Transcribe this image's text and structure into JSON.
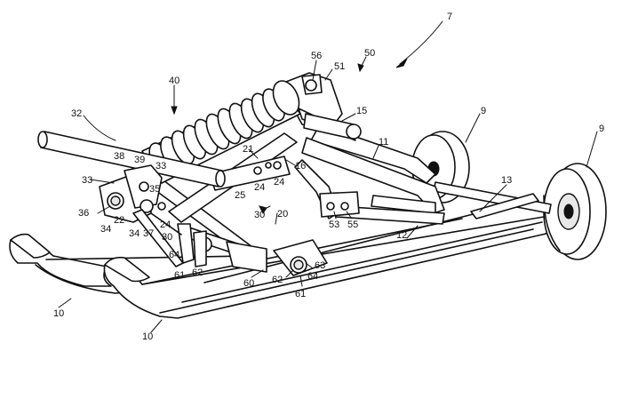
{
  "labels": {
    "l7": "7",
    "l50": "50",
    "l56": "56",
    "l51": "51",
    "l40": "40",
    "l15": "15",
    "l9a": "9",
    "l9b": "9",
    "l32": "32",
    "l11": "11",
    "l21": "21",
    "l16": "16",
    "l38": "38",
    "l39": "39",
    "l33a": "33",
    "l33b": "33",
    "l24a": "24",
    "l24b": "24",
    "l24c": "24",
    "l25": "25",
    "l35": "35",
    "l36": "36",
    "l20": "20",
    "l13": "13",
    "l30a": "30",
    "l30b": "30",
    "l34a": "34",
    "l22": "22",
    "l34b": "34",
    "l37": "37",
    "l53": "53",
    "l55": "55",
    "l12": "12",
    "l64a": "64",
    "l62a": "62",
    "l61a": "61",
    "l63": "63",
    "l62b": "62",
    "l64b": "64",
    "l60": "60",
    "l61b": "61",
    "l10a": "10",
    "l10b": "10"
  }
}
